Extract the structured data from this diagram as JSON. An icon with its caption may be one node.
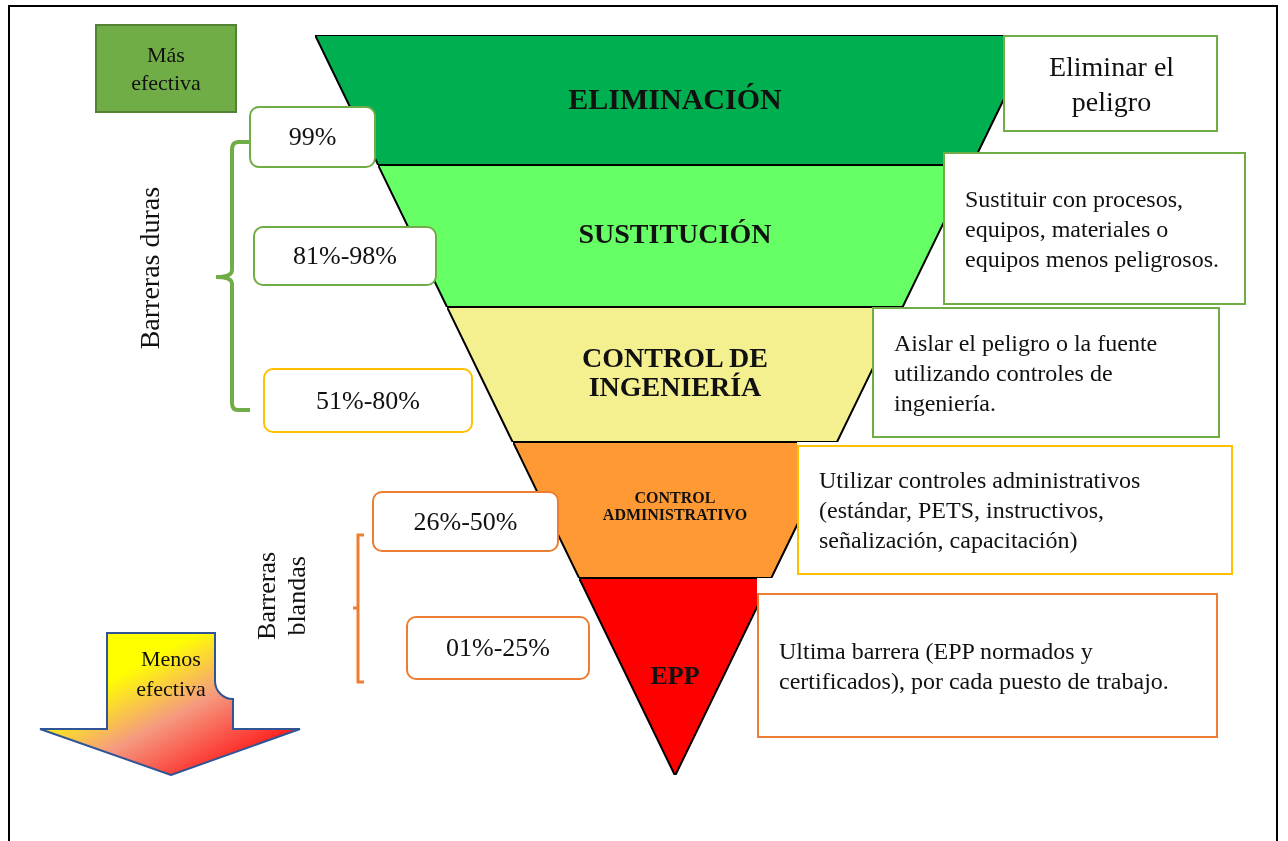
{
  "diagram": {
    "nodes": [
      {
        "text": [
          "Más efectiva"
        ]
      },
      {
        "text": [
          "ELIMINACIÓN"
        ]
      },
      {
        "text": [
          "Eliminar el peligro"
        ]
      },
      {
        "text": [
          "99%"
        ]
      },
      {
        "text": [
          "SUSTITUCIÓN"
        ]
      },
      {
        "text": [
          "81%-98%"
        ]
      },
      {
        "text": [
          "Sustituir con procesos, equipos, materiales o equipos menos peligrosos."
        ]
      },
      {
        "text": [
          "CONTROL DE INGENIERÍA"
        ]
      },
      {
        "text": [
          "51%-80%"
        ]
      },
      {
        "text": [
          "Aislar el peligro o la fuente utilizando controles de ingeniería."
        ]
      },
      {
        "text": [
          "CONTROL ADMINISTRATIVO"
        ]
      },
      {
        "text": [
          "26%-50%"
        ]
      },
      {
        "text": [
          "Utilizar controles administrativos (estándar, PETS, instructivos, señalización, capacitación)"
        ]
      },
      {
        "text": [
          "EPP"
        ]
      },
      {
        "text": [
          "01%-25%"
        ]
      },
      {
        "text": [
          "Ultima barrera (EPP normados y certificados), por cada puesto de trabajo."
        ]
      },
      {
        "text": [
          "Menos efectiva"
        ]
      }
    ],
    "labels": [
      "Barreras duras",
      "Barreras blandas"
    ]
  }
}
